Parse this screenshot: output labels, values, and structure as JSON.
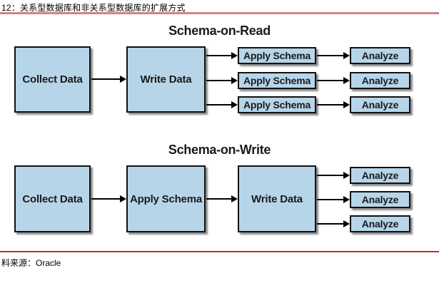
{
  "colors": {
    "box_fill": "#b7d5e9",
    "box_border": "#111111",
    "text": "#1a1a1a",
    "header_rule": "#d08383",
    "footer_rule": "#b5342c"
  },
  "header": {
    "caption": "12：关系型数据库和非关系型数据库的扩展方式"
  },
  "schema_on_read": {
    "title": "Schema-on-Read",
    "collect_label": "Collect Data",
    "write_label": "Write Data",
    "apply_labels": [
      "Apply Schema",
      "Apply Schema",
      "Apply Schema"
    ],
    "analyze_labels": [
      "Analyze",
      "Analyze",
      "Analyze"
    ]
  },
  "schema_on_write": {
    "title": "Schema-on-Write",
    "collect_label": "Collect Data",
    "apply_label": "Apply Schema",
    "write_label": "Write Data",
    "analyze_labels": [
      "Analyze",
      "Analyze",
      "Analyze"
    ]
  },
  "footer": {
    "source": "料来源：Oracle"
  }
}
